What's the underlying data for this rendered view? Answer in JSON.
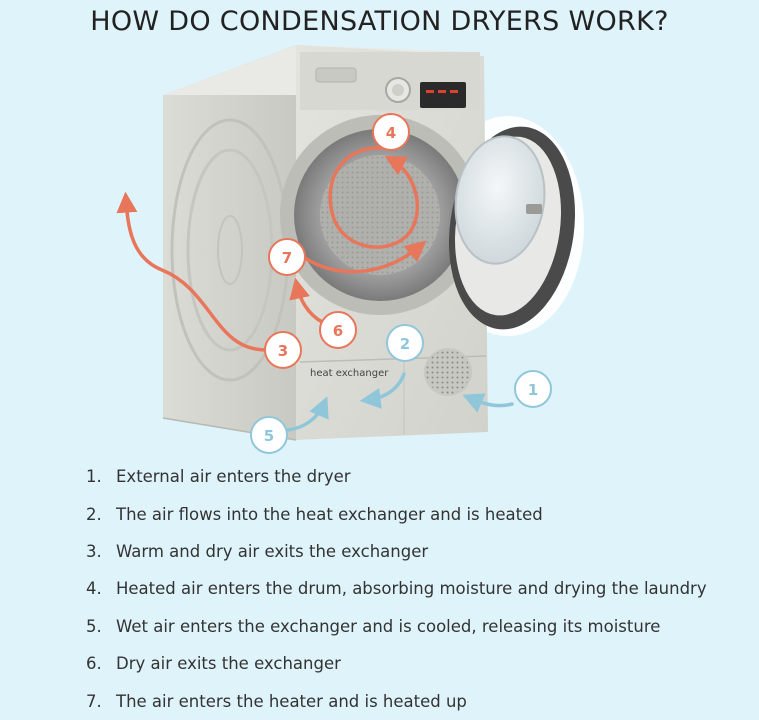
{
  "title": "HOW DO CONDENSATION DRYERS WORK?",
  "diagram": {
    "heat_exchanger_label": "heat exchanger",
    "markers": [
      {
        "label": "1",
        "flow": "cool"
      },
      {
        "label": "2",
        "flow": "cool"
      },
      {
        "label": "3",
        "flow": "warm"
      },
      {
        "label": "4",
        "flow": "warm"
      },
      {
        "label": "5",
        "flow": "cool"
      },
      {
        "label": "6",
        "flow": "warm"
      },
      {
        "label": "7",
        "flow": "warm"
      }
    ],
    "colors": {
      "warm": "#e8765a",
      "cool": "#8fc6d9",
      "background": "#dff3fb"
    }
  },
  "steps": [
    {
      "num": "1.",
      "text": "External air enters the dryer"
    },
    {
      "num": "2.",
      "text": "The air flows into the heat exchanger and is heated"
    },
    {
      "num": "3.",
      "text": "Warm and dry air exits the exchanger"
    },
    {
      "num": "4.",
      "text": "Heated air enters the drum, absorbing moisture and drying the laundry"
    },
    {
      "num": "5.",
      "text": "Wet air enters the exchanger and is cooled, releasing its moisture"
    },
    {
      "num": "6.",
      "text": "Dry air exits the exchanger"
    },
    {
      "num": "7.",
      "text": "The air enters the heater and is heated up"
    }
  ]
}
